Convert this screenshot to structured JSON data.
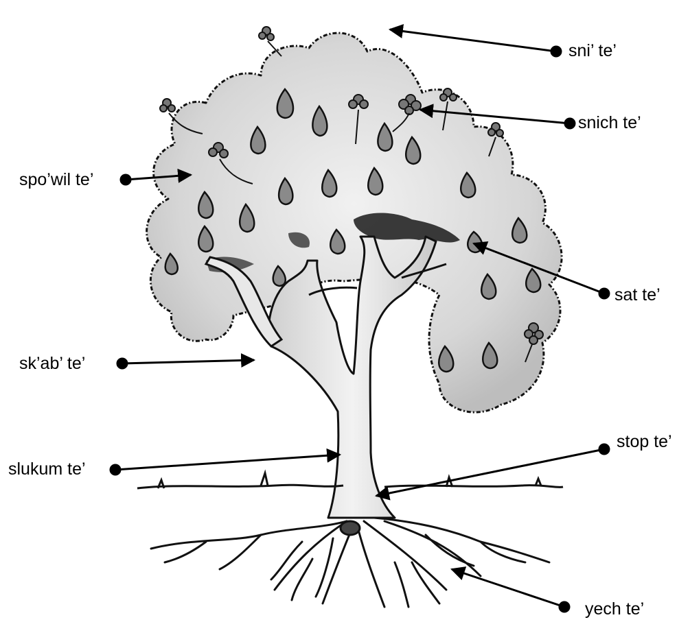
{
  "diagram": {
    "labels": {
      "leaves": "sni’ te’",
      "flower": "snich te’",
      "crown": "spo’wil te’",
      "fruit": "sat te’",
      "branch": "sk’ab’ te’",
      "trunk": "slukum te’",
      "base": "stop te’",
      "roots": "yech te’"
    }
  }
}
